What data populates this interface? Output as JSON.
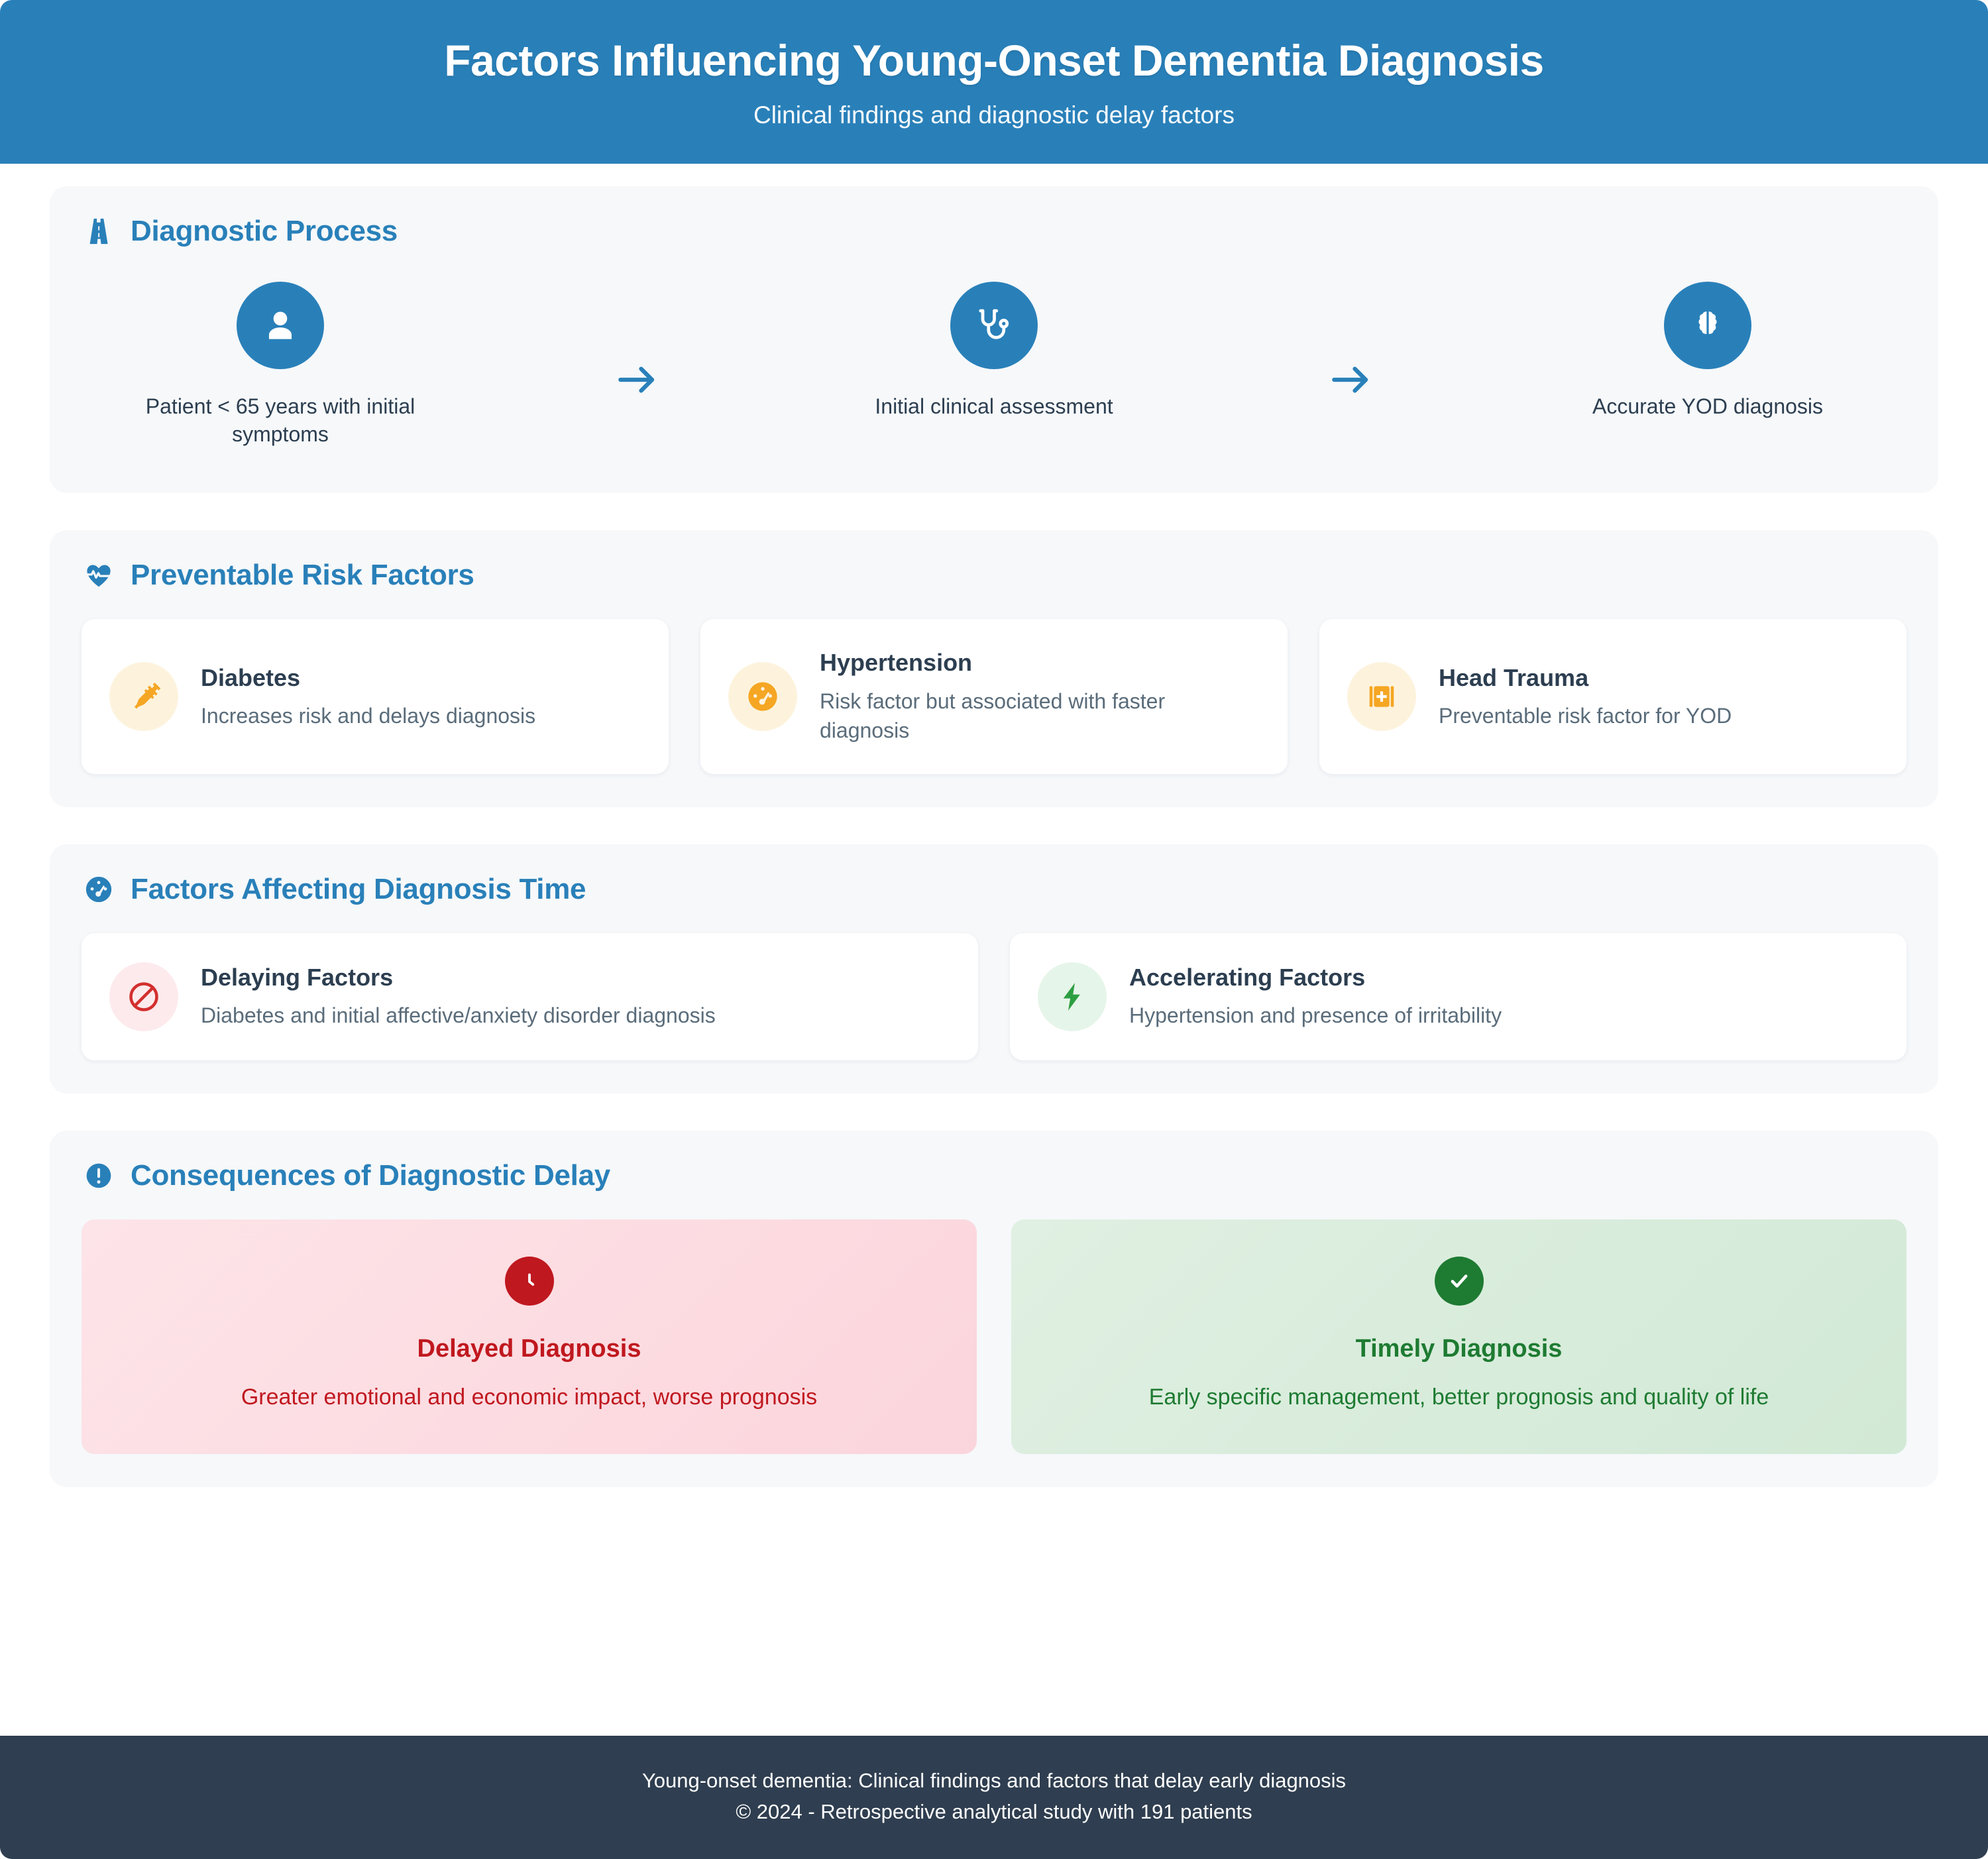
{
  "header": {
    "title": "Factors Influencing Young-Onset Dementia Diagnosis",
    "subtitle": "Clinical findings and diagnostic delay factors",
    "background_color": "#2980b9"
  },
  "sections": {
    "diagnostic_process": {
      "title": "Diagnostic Process",
      "icon": "road-icon",
      "steps": [
        {
          "icon": "person-icon",
          "label": "Patient < 65 years with initial symptoms"
        },
        {
          "icon": "stethoscope-icon",
          "label": "Initial clinical assessment"
        },
        {
          "icon": "brain-icon",
          "label": "Accurate YOD diagnosis"
        }
      ],
      "arrow_icon": "arrow-right-icon"
    },
    "preventable_risk_factors": {
      "title": "Preventable Risk Factors",
      "icon": "heart-pulse-icon",
      "cards": [
        {
          "icon": "syringe-icon",
          "title": "Diabetes",
          "desc": "Increases risk and delays diagnosis"
        },
        {
          "icon": "gauge-icon",
          "title": "Hypertension",
          "desc": "Risk factor but associated with faster diagnosis"
        },
        {
          "icon": "first-aid-kit-icon",
          "title": "Head Trauma",
          "desc": "Preventable risk factor for YOD"
        }
      ]
    },
    "factors_affecting_time": {
      "title": "Factors Affecting Diagnosis Time",
      "icon": "tachometer-icon",
      "cards": [
        {
          "icon": "ban-icon",
          "title": "Delaying Factors",
          "desc": "Diabetes and initial affective/anxiety disorder diagnosis"
        },
        {
          "icon": "lightning-bolt-icon",
          "title": "Accelerating Factors",
          "desc": "Hypertension and presence of irritability"
        }
      ]
    },
    "consequences": {
      "title": "Consequences of Diagnostic Delay",
      "icon": "exclamation-circle-icon",
      "cards": [
        {
          "icon": "clock-icon",
          "title": "Delayed Diagnosis",
          "desc": "Greater emotional and economic impact, worse prognosis",
          "color": "#c0181f"
        },
        {
          "icon": "check-circle-icon",
          "title": "Timely Diagnosis",
          "desc": "Early specific management, better prognosis and quality of life",
          "color": "#1e7b32"
        }
      ]
    }
  },
  "footer": {
    "line1": "Young-onset dementia: Clinical findings and factors that delay early diagnosis",
    "line2": "© 2024 - Retrospective analytical study with 191 patients",
    "background_color": "#2f3e50"
  },
  "colors": {
    "brand_blue": "#2980b9",
    "amber": "#f5a623",
    "red": "#c0181f",
    "green": "#1e7b32",
    "panel": "#f6f8fa"
  }
}
